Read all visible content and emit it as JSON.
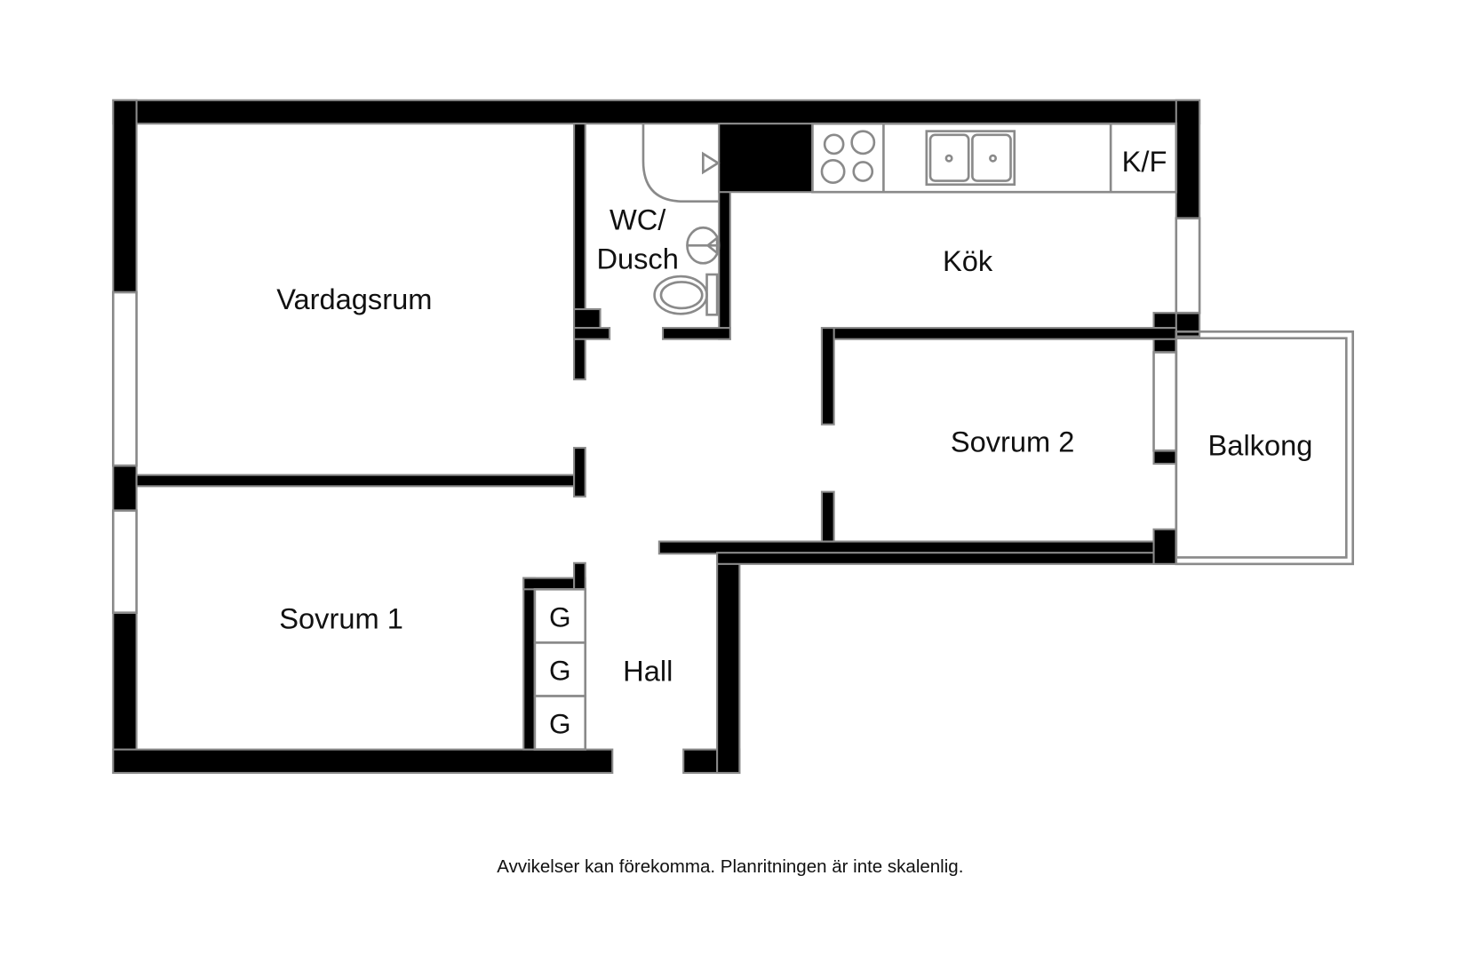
{
  "floorplan": {
    "rooms": [
      {
        "id": "vardagsrum",
        "label": "Vardagsrum"
      },
      {
        "id": "wc",
        "label_line1": "WC/",
        "label_line2": "Dusch"
      },
      {
        "id": "kok",
        "label": "Kök"
      },
      {
        "id": "sovrum2",
        "label": "Sovrum 2"
      },
      {
        "id": "balkong",
        "label": "Balkong"
      },
      {
        "id": "sovrum1",
        "label": "Sovrum 1"
      },
      {
        "id": "hall",
        "label": "Hall"
      }
    ],
    "fixtures": {
      "fridge_freezer": "K/F",
      "wardrobes": [
        "G",
        "G",
        "G"
      ]
    },
    "colors": {
      "wall": "#000000",
      "outline": "#8a8a8a",
      "background": "#ffffff",
      "text": "#111111"
    }
  },
  "footer": {
    "disclaimer": "Avvikelser kan förekomma. Planritningen är inte skalenlig."
  }
}
